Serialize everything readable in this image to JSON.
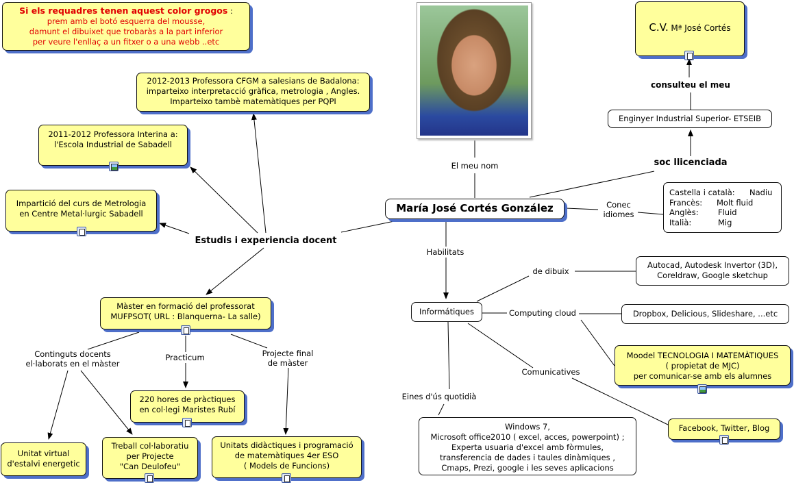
{
  "center": {
    "label": "María José Cortés González"
  },
  "photo": {
    "label": "El meu nom"
  },
  "info_box": {
    "line1_bold": "Si els requadres tenen aquest color grogos",
    "line1_rest": " :",
    "line2": "prem  amb el botó esquerra del mousse,",
    "line3": "damunt el dibuixet que trobaràs a la part inferior",
    "line4": "per veure  l'enllaç a un fitxer o a una webb ..etc"
  },
  "cv": {
    "prefix": "C.V.",
    "name": "Mª José Cortés"
  },
  "licence": {
    "link_label": "soc llicenciada",
    "degree": "Enginyer Industrial Superior- ETSEIB",
    "consult_label": "consulteu el meu"
  },
  "languages": {
    "link_label_1": "Conec",
    "link_label_2": "idiomes",
    "rows": [
      {
        "lang": "Castella i català:",
        "level": "Nadiu"
      },
      {
        "lang": "Francès:",
        "level": "Molt fluid"
      },
      {
        "lang": "Anglès:",
        "level": "Fluid"
      },
      {
        "lang": "Italià:",
        "level": "Mig"
      }
    ]
  },
  "teaching": {
    "hub_label": "Estudis i experiencia docent",
    "job_2012_l1": "2012-2013 Professora CFGM a salesians de Badalona:",
    "job_2012_l2": "imparteixo interpretacció gràfica, metrologia , Angles.",
    "job_2012_l3": "Imparteixo tambè matemàtiques per PQPI",
    "job_2011_l1": "2011-2012 Professora Interina a:",
    "job_2011_l2": "l'Escola Industrial de Sabadell",
    "metrology_l1": "Impartició del curs de Metrologia",
    "metrology_l2": "en Centre Metal·lurgic Sabadell",
    "master_l1": "Màster en formació del professorat",
    "master_l2": "MUFPSOT( URL : Blanquerna- La salle)",
    "contents_label_l1": "Continguts docents",
    "contents_label_l2": "el·laborats en el màster",
    "practicum_label": "Practicum",
    "final_label_l1": "Projecte final",
    "final_label_l2": "de màster",
    "practice_l1": "220 hores de pràctiques",
    "practice_l2": "en col·legi Maristes Rubí",
    "unit_l1": "Unitat virtual",
    "unit_l2": "d'estalvi energetic",
    "collab_l1": "Treball col·laboratiu",
    "collab_l2": "per Projecte",
    "collab_l3": "\"Can Deulofeu\"",
    "didactic_l1": "Unitats didàctiques i programació",
    "didactic_l2": "de matemàtiques  4er ESO",
    "didactic_l3": "( Models de Funcions)"
  },
  "skills": {
    "link_label": "Habilitats",
    "computer": "Informátiques",
    "drawing_label": "de dibuix",
    "drawing_l1": "Autocad, Autodesk Invertor (3D),",
    "drawing_l2": "Coreldraw, Google sketchup",
    "cloud_label": "Computing cloud",
    "cloud_tools": "Dropbox, Delicious, Slideshare, ...etc",
    "moodle_l1": "Moodel TECNOLOGIA I MATEMÀTIQUES",
    "moodle_l2": "( propietat de  MJC)",
    "moodle_l3": "per comunicar-se amb els alumnes",
    "comm_label": "Comunicatives",
    "social": "Facebook, Twitter, Blog",
    "daily_label": "Eines d'ús quotidià",
    "daily_l1": "Windows 7,",
    "daily_l2": "Microsoft office2010 ( excel, acces, powerpoint) ;",
    "daily_l3": "Experta usuaria d'excel amb fòrmules,",
    "daily_l4": "transferencia de dades i taules dinàmiques ,",
    "daily_l5": "Cmaps, Prezi, google i les seves aplicacions"
  }
}
